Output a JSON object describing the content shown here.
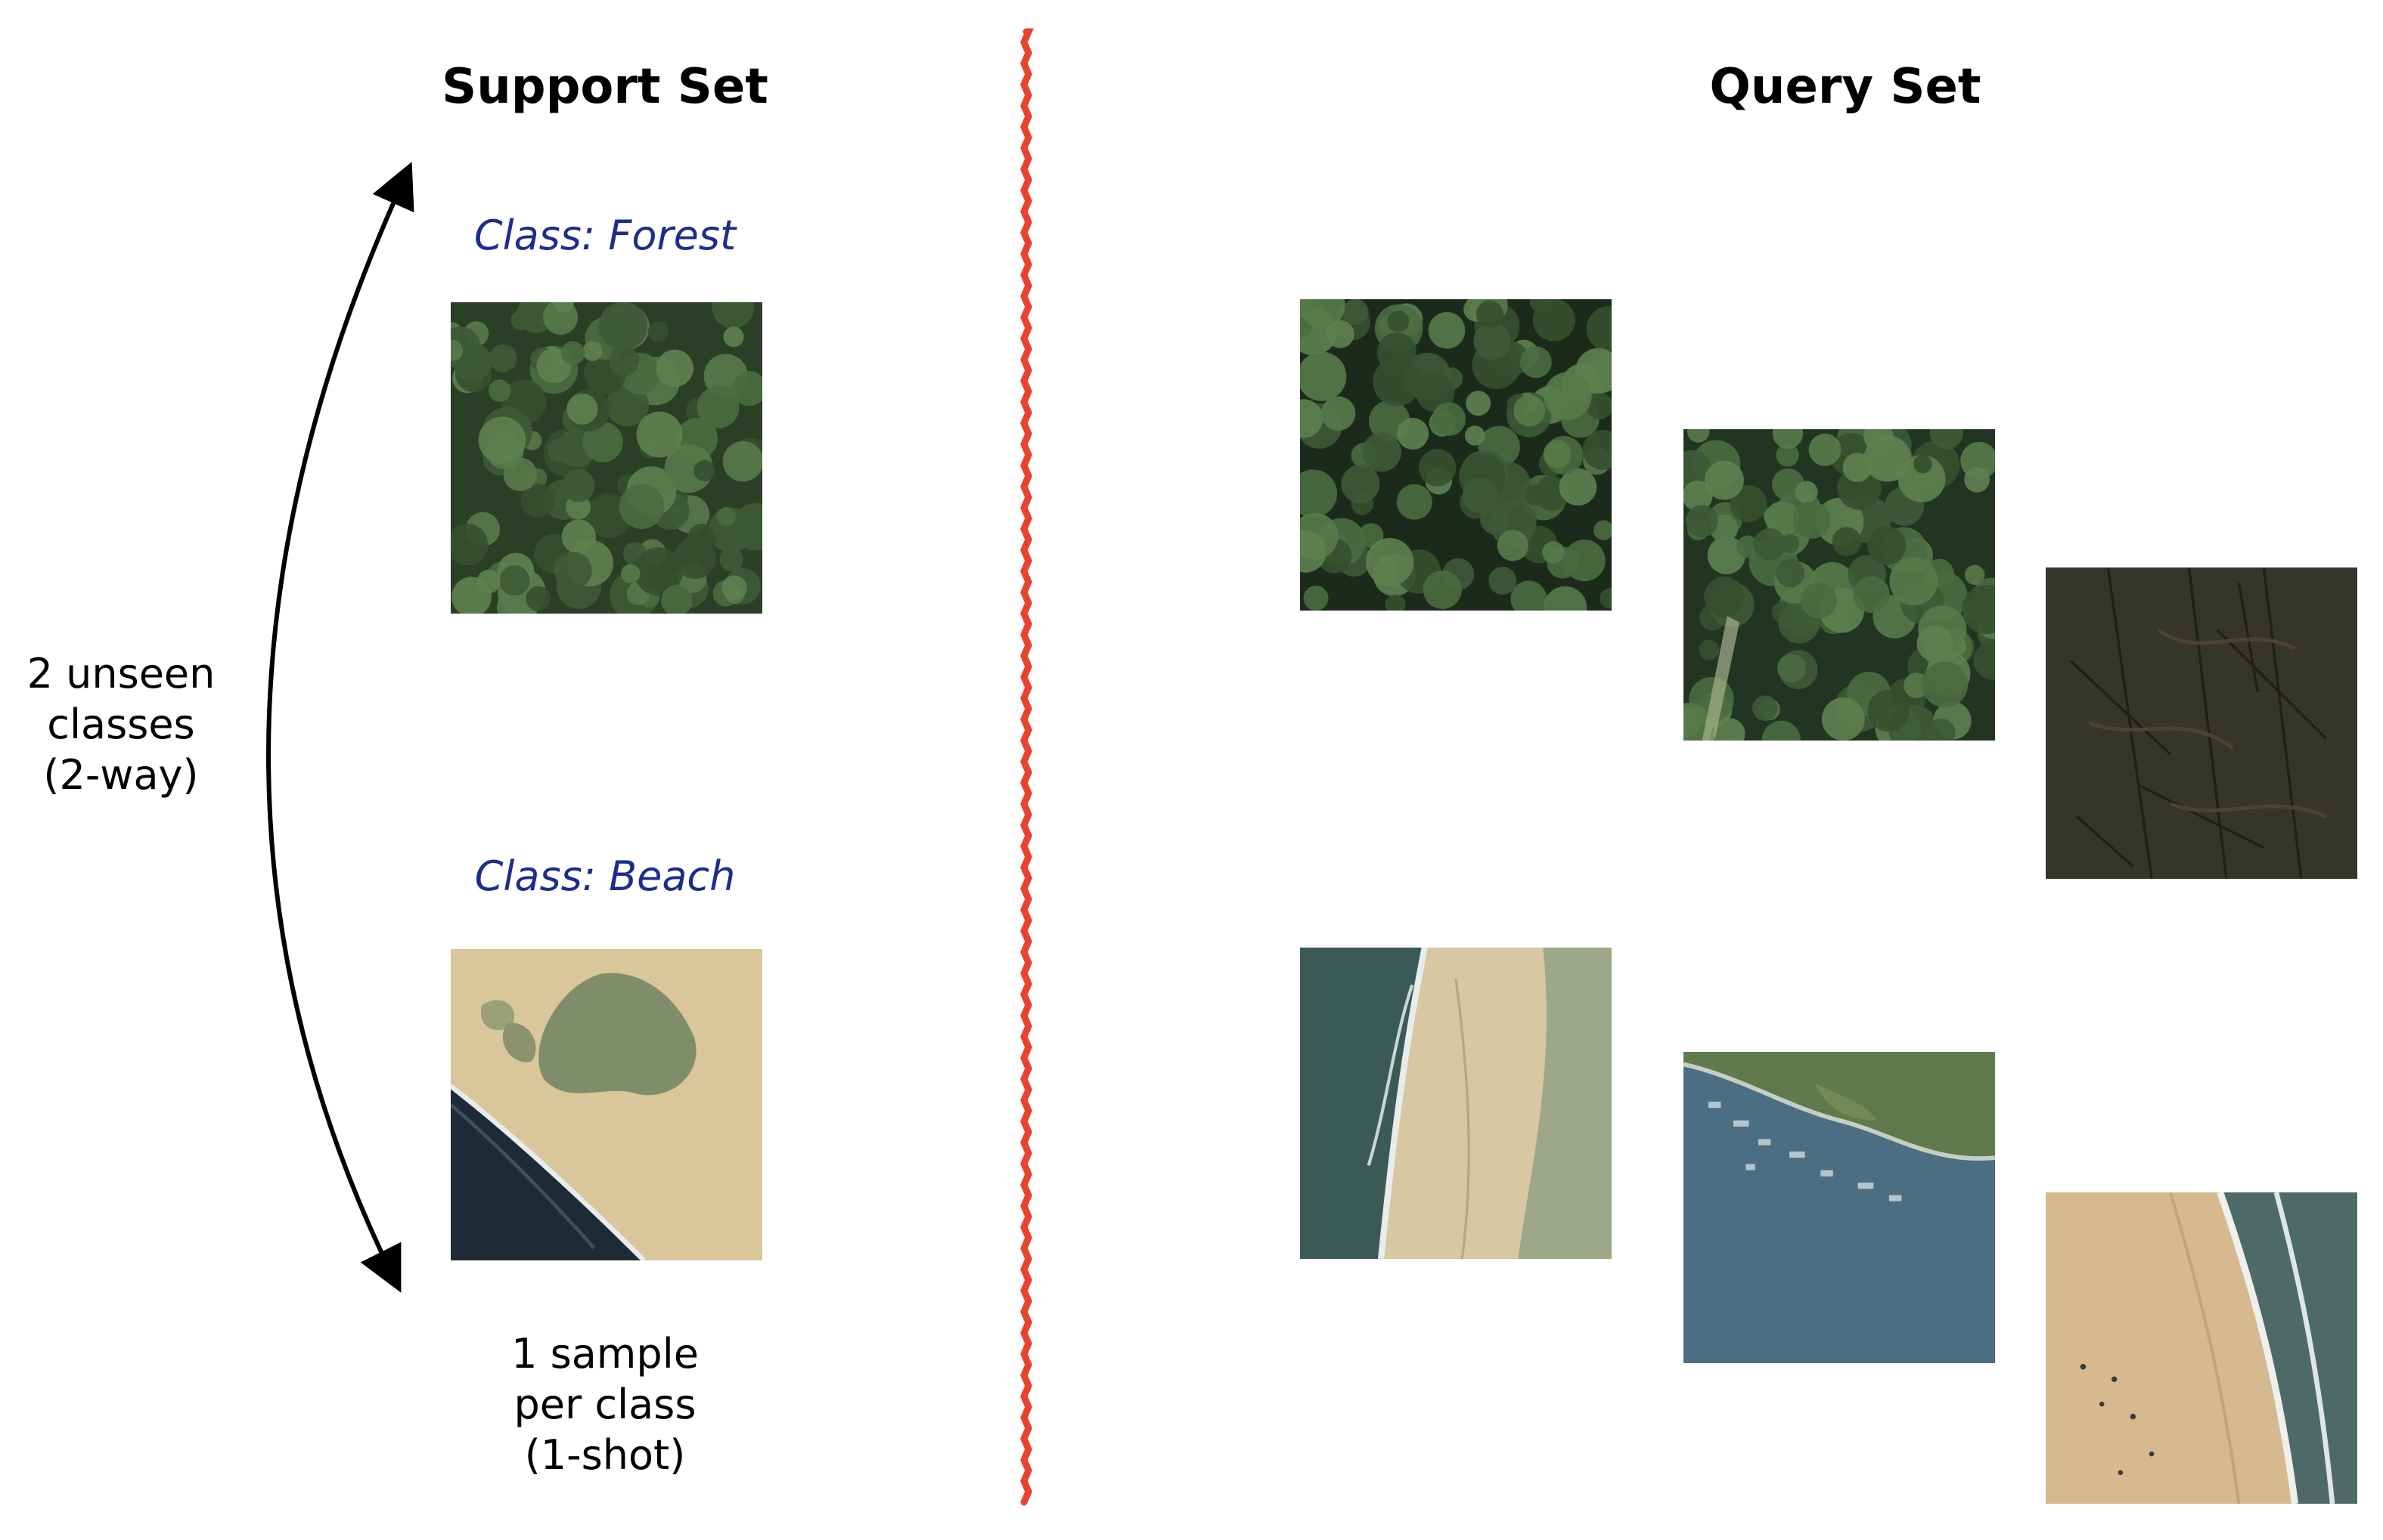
{
  "support": {
    "title": "Support Set",
    "forest_label": "Class: Forest",
    "beach_label": "Class: Beach",
    "classes_caption": [
      "2 unseen",
      "classes",
      "(2-way)"
    ],
    "samples_caption": [
      "1 sample",
      "per class",
      "(1-shot)"
    ]
  },
  "query": {
    "title": "Query Set"
  },
  "colors": {
    "class_label": "#1c2d8c",
    "divider": "#e8432e",
    "arrow": "#000000"
  },
  "icons": {
    "divider": "red-wavy-divider-line",
    "arrow": "double-headed-curved-arrow"
  }
}
